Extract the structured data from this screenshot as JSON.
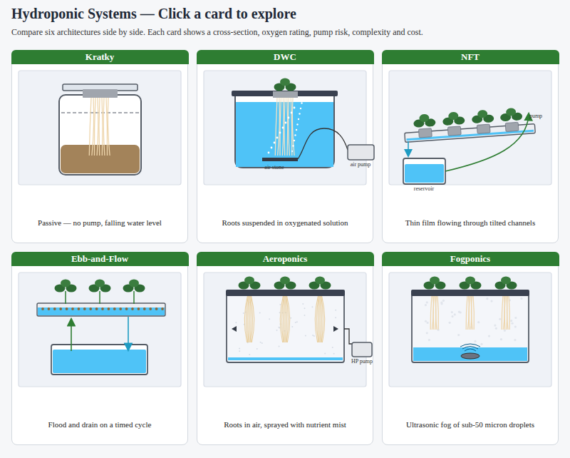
{
  "diagram": {
    "title": "Hydroponic Systems — Click a card to explore",
    "caption": "Compare six architectures side by side. Each card shows a cross-section, oxygen rating, pump risk, complexity and cost.",
    "nodes": [
      {
        "text": [
          "Kratky",
          "Passive — no pump, falling water level"
        ]
      },
      {
        "text": [
          "DWC",
          "Roots suspended in oxygenated solution"
        ]
      },
      {
        "text": [
          "NFT",
          "Thin film flowing through tilted channels"
        ]
      },
      {
        "text": [
          "Ebb-and-Flow",
          "Flood and drain on a timed cycle"
        ]
      },
      {
        "text": [
          "Aeroponics",
          "Roots in air, sprayed with nutrient mist"
        ]
      },
      {
        "text": [
          "Fogponics",
          "Ultrasonic fog of sub-50 micron droplets"
        ]
      }
    ],
    "labels": [
      "air stone",
      "air pump",
      "pump",
      "reservoir",
      "HP pump"
    ]
  }
}
